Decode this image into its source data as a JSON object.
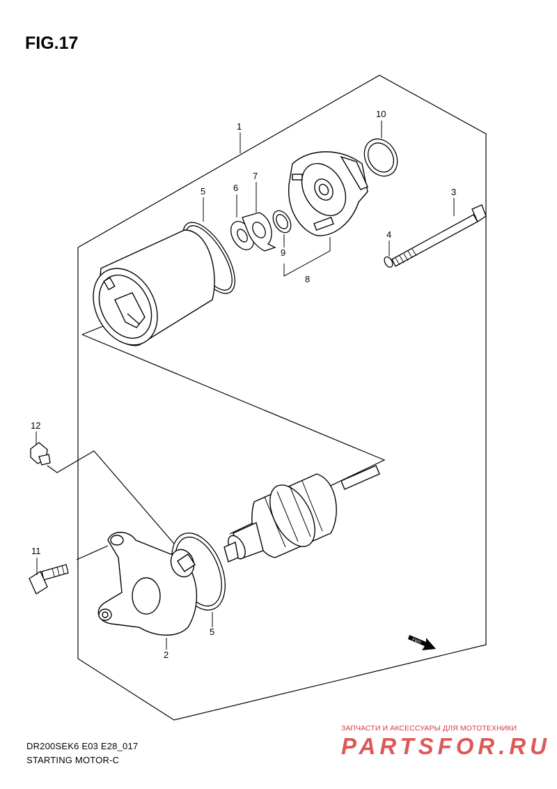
{
  "figure": {
    "title": "FIG.17"
  },
  "callouts": {
    "c1": "1",
    "c2": "2",
    "c3": "3",
    "c4": "4",
    "c5a": "5",
    "c5b": "5",
    "c6": "6",
    "c7": "7",
    "c8": "8",
    "c9": "9",
    "c10": "10",
    "c11": "11",
    "c12": "12"
  },
  "fwd_arrow": {
    "label": "FWD"
  },
  "footer": {
    "model": "DR200SEK6 E03 E28_017",
    "name": "STARTING MOTOR-C"
  },
  "watermark": {
    "tagline": "ЗАПЧАСТИ И АКСЕССУАРЫ ДЛЯ МОТОТЕХНИКИ",
    "logo_text": "PARTSFOR.RU",
    "color": "#d93a3a"
  }
}
